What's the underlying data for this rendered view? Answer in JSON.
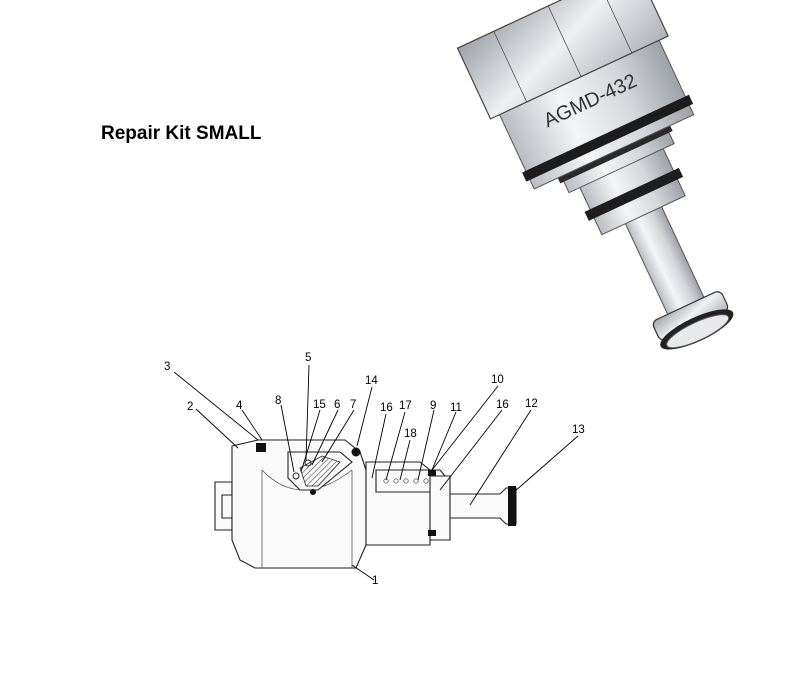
{
  "title": "Repair Kit SMALL",
  "product_engraving": "AGMD-432",
  "part_numbers": [
    "1",
    "2",
    "3",
    "4",
    "5",
    "6",
    "7",
    "8",
    "9",
    "10",
    "11",
    "12",
    "13",
    "14",
    "15",
    "16",
    "16",
    "17",
    "18"
  ]
}
